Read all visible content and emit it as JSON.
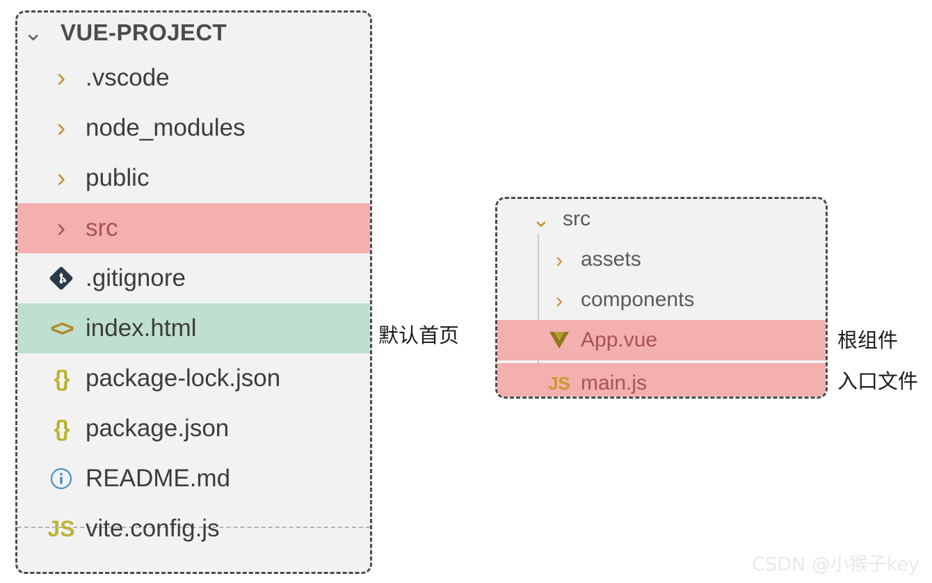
{
  "left_panel": {
    "root": {
      "label": "VUE-PROJECT",
      "chevron": "chevron-down-icon",
      "chevron_glyph": "⌄"
    },
    "items": [
      {
        "label": ".vscode",
        "kind": "folder",
        "icon": "chevron-right-icon",
        "glyph": "›",
        "highlight": "none"
      },
      {
        "label": "node_modules",
        "kind": "folder",
        "icon": "chevron-right-icon",
        "glyph": "›",
        "highlight": "none"
      },
      {
        "label": "public",
        "kind": "folder",
        "icon": "chevron-right-icon",
        "glyph": "›",
        "highlight": "none"
      },
      {
        "label": "src",
        "kind": "folder",
        "icon": "chevron-right-icon",
        "glyph": "›",
        "highlight": "red"
      },
      {
        "label": ".gitignore",
        "kind": "file",
        "icon": "git-icon",
        "glyph": "",
        "highlight": "none"
      },
      {
        "label": "index.html",
        "kind": "file",
        "icon": "html-code-icon",
        "glyph": "<>",
        "highlight": "green"
      },
      {
        "label": "package-lock.json",
        "kind": "file",
        "icon": "json-braces-icon",
        "glyph": "{}",
        "highlight": "none"
      },
      {
        "label": "package.json",
        "kind": "file",
        "icon": "json-braces-icon",
        "glyph": "{}",
        "highlight": "none"
      },
      {
        "label": "README.md",
        "kind": "file",
        "icon": "info-circle-icon",
        "glyph": "ⓘ",
        "highlight": "none"
      },
      {
        "label": "vite.config.js",
        "kind": "file",
        "icon": "js-icon",
        "glyph": "JS",
        "highlight": "none"
      }
    ]
  },
  "right_panel": {
    "root": {
      "label": "src",
      "chevron": "chevron-down-icon",
      "chevron_glyph": "⌄"
    },
    "items": [
      {
        "label": "assets",
        "kind": "folder",
        "icon": "chevron-right-icon",
        "glyph": "›",
        "highlight": "none"
      },
      {
        "label": "components",
        "kind": "folder",
        "icon": "chevron-right-icon",
        "glyph": "›",
        "highlight": "none"
      },
      {
        "label": "App.vue",
        "kind": "file",
        "icon": "vue-icon",
        "glyph": "",
        "highlight": "red"
      },
      {
        "label": "main.js",
        "kind": "file",
        "icon": "js-icon",
        "glyph": "JS",
        "highlight": "red"
      }
    ]
  },
  "annotations": {
    "index_html": "默认首页",
    "app_vue": "根组件",
    "main_js": "入口文件"
  },
  "watermark": "CSDN @小猴子key",
  "colors": {
    "panel_background": "#f2f2f2",
    "panel_border": "#4a4a4a",
    "highlight_red": "#f4afaf",
    "highlight_green": "#bfe0ce",
    "highlight_red_text": "#a85550",
    "chevron_gold": "#c8913c",
    "json_icon": "#b9b329",
    "js_icon": "#bdb33b",
    "info_icon": "#4a90c2",
    "text": "#3c3c3c",
    "watermark": "#e8e8e8"
  }
}
